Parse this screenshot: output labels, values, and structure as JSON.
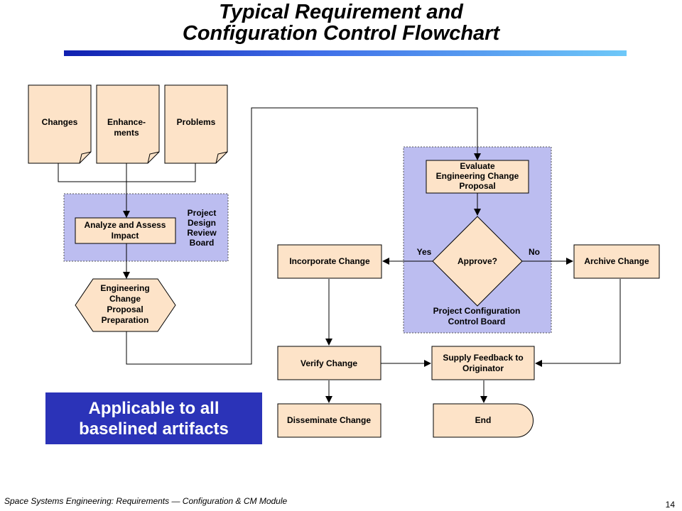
{
  "title": {
    "line1": "Typical Requirement and",
    "line2": "Configuration Control Flowchart"
  },
  "inputs": {
    "changes": "Changes",
    "enhancements_line1": "Enhance-",
    "enhancements_line2": "ments",
    "problems": "Problems"
  },
  "design_board": {
    "label_line1": "Project",
    "label_line2": "Design",
    "label_line3": "Review",
    "label_line4": "Board",
    "analyze_line1": "Analyze and Assess",
    "analyze_line2": "Impact"
  },
  "ecp_prep": {
    "line1": "Engineering",
    "line2": "Change",
    "line3": "Proposal",
    "line4": "Preparation"
  },
  "config_board": {
    "evaluate_line1": "Evaluate",
    "evaluate_line2": "Engineering Change",
    "evaluate_line3": "Proposal",
    "decision": "Approve?",
    "yes": "Yes",
    "no": "No",
    "label_line1": "Project Configuration",
    "label_line2": "Control Board"
  },
  "steps": {
    "incorporate": "Incorporate Change",
    "archive": "Archive Change",
    "verify": "Verify Change",
    "feedback_line1": "Supply Feedback to",
    "feedback_line2": "Originator",
    "disseminate": "Disseminate Change",
    "end": "End"
  },
  "note": {
    "line1": "Applicable to all",
    "line2": "baselined artifacts"
  },
  "footer": {
    "text": "Space Systems Engineering: Requirements — Configuration & CM Module",
    "page": "14"
  },
  "colors": {
    "node_fill": "#fde3c8",
    "board_fill": "#bcbdf0",
    "note_fill": "#2b33b8",
    "title_bar_start": "#1020b0",
    "title_bar_end": "#6ec8f8"
  }
}
